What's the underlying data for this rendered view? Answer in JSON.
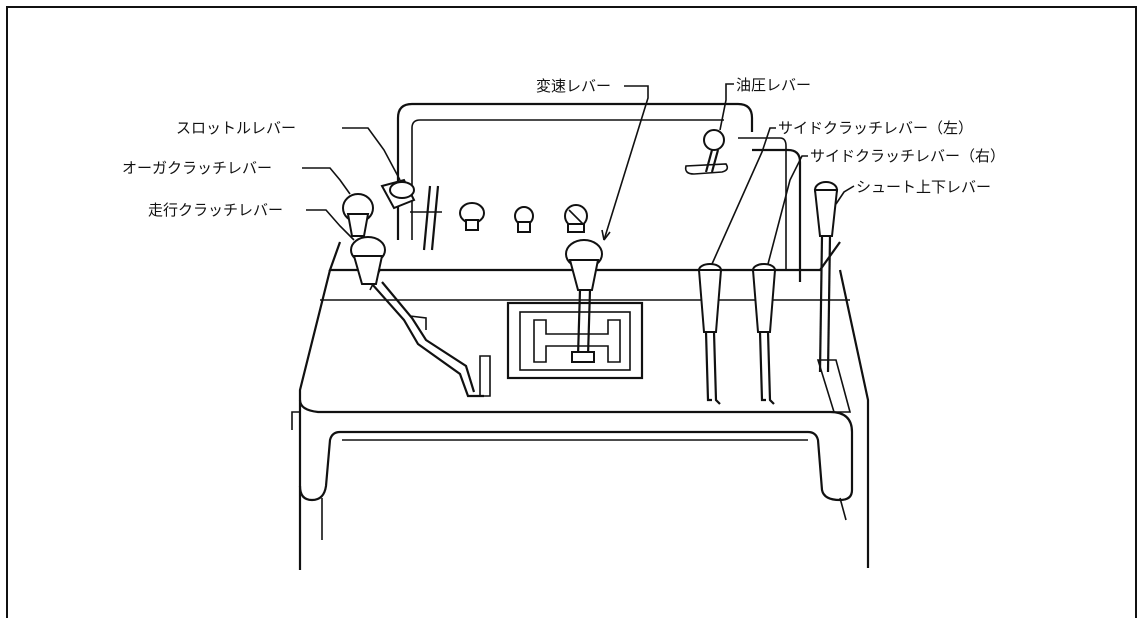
{
  "labels": {
    "hensoku": "変速レバー",
    "yuatsu": "油圧レバー",
    "throttle": "スロットルレバー",
    "side_left": "サイドクラッチレバー（左）",
    "auger": "オーガクラッチレバー",
    "side_right": "サイドクラッチレバー（右）",
    "chute": "シュート上下レバー",
    "travel": "走行クラッチレバー"
  }
}
